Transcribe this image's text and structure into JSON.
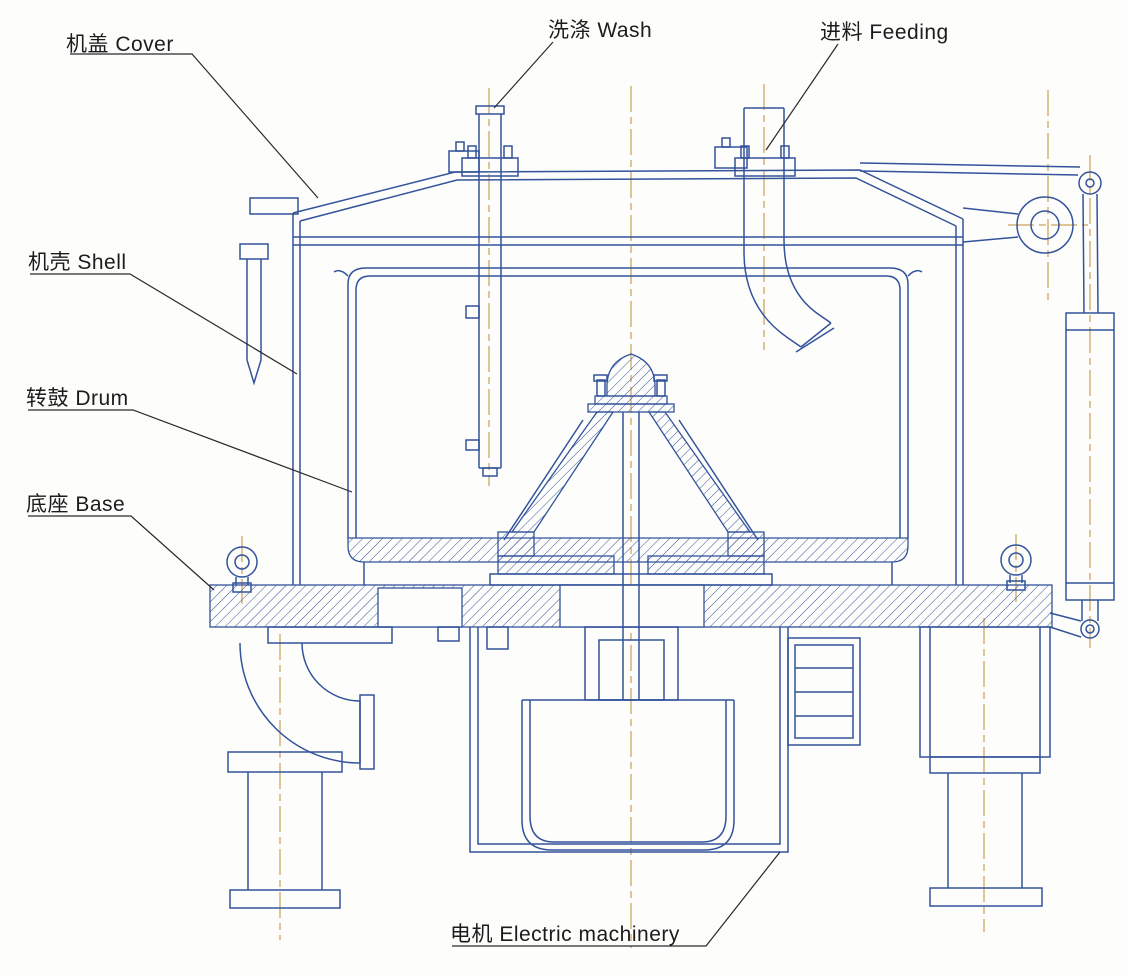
{
  "colors": {
    "line": "#33539b",
    "centerline": "#c08a33",
    "label_text": "#1c1c1c",
    "leader": "#2a2a2a",
    "background": "#fdfdfb"
  },
  "labels": {
    "cover": "机盖  Cover",
    "shell": "机壳 Shell",
    "drum": "转鼓  Drum",
    "base": "底座  Base",
    "wash": "洗涤 Wash",
    "feeding": "进料 Feeding",
    "motor": "电机  Electric machinery"
  }
}
